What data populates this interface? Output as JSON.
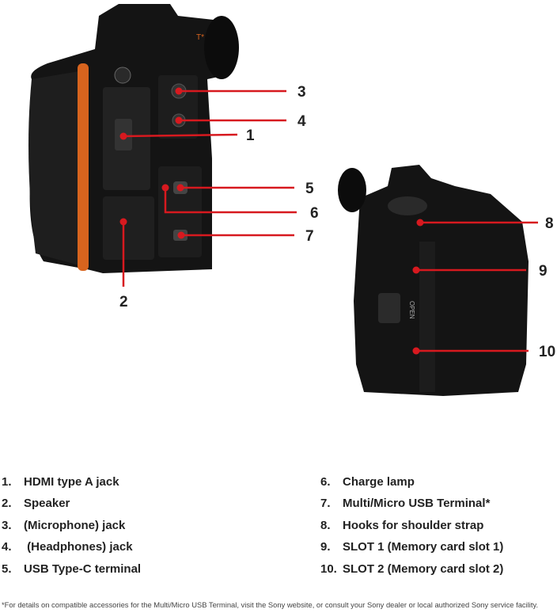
{
  "colors": {
    "callout": "#d7191f",
    "body": "#141414",
    "mount_ring": "#d8641e",
    "text": "#222222"
  },
  "callouts": [
    {
      "number": "1",
      "label": "HDMI type A jack"
    },
    {
      "number": "2",
      "label": "Speaker"
    },
    {
      "number": "3",
      "label": "(Microphone) jack"
    },
    {
      "number": "4",
      "label": " (Headphones) jack"
    },
    {
      "number": "5",
      "label": "USB Type-C terminal"
    },
    {
      "number": "6",
      "label": "Charge lamp"
    },
    {
      "number": "7",
      "label": "Multi/Micro USB Terminal*"
    },
    {
      "number": "8",
      "label": "Hooks for shoulder strap"
    },
    {
      "number": "9",
      "label": "SLOT 1 (Memory card slot 1)"
    },
    {
      "number": "10",
      "label": "SLOT 2 (Memory card slot 2)"
    }
  ],
  "legend": {
    "left": [
      {
        "num": "1.",
        "text": "HDMI type A jack"
      },
      {
        "num": "2.",
        "text": "Speaker"
      },
      {
        "num": "3.",
        "text": "(Microphone) jack"
      },
      {
        "num": "4.",
        "text": " (Headphones) jack"
      },
      {
        "num": "5.",
        "text": "USB Type-C terminal"
      }
    ],
    "right": [
      {
        "num": "6.",
        "text": "Charge lamp"
      },
      {
        "num": "7.",
        "text": "Multi/Micro USB Terminal*"
      },
      {
        "num": "8.",
        "text": "Hooks for shoulder strap"
      },
      {
        "num": "9.",
        "text": "SLOT 1 (Memory card slot 1)"
      },
      {
        "num": "10.",
        "text": "SLOT 2 (Memory card slot 2)"
      }
    ]
  },
  "camera_marks": {
    "lens_badge": "T*",
    "door_label": "OPEN"
  },
  "footnote": "*For details on compatible accessories for the Multi/Micro USB Terminal, visit the Sony website, or consult your Sony dealer or local authorized Sony service facility."
}
